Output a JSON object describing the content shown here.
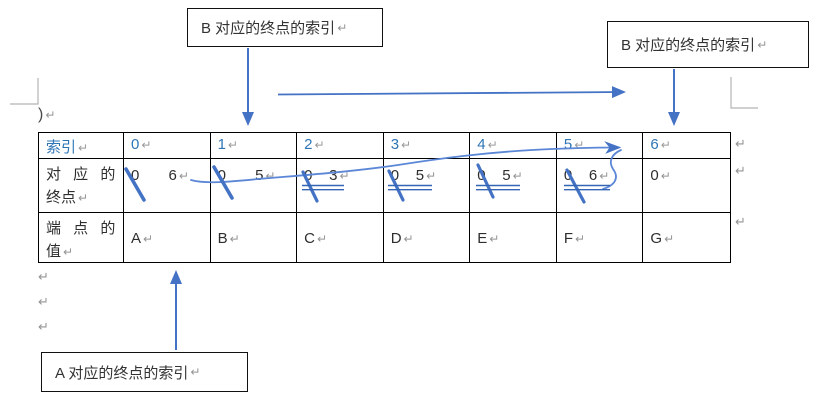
{
  "page": {
    "pilcrow": "↵",
    "stray_text": ")"
  },
  "colors": {
    "accent_blue": "#4472C4",
    "ink_blue": "#5B87D6",
    "header_blue": "#2E75B6",
    "border_black": "#000000",
    "mark_gray": "#949494",
    "boundary_gray": "#b3b3b3"
  },
  "callouts": {
    "top_left": {
      "text": "B 对应的终点的索引"
    },
    "top_right": {
      "text": "B 对应的终点的索引"
    },
    "bottom": {
      "text": "A 对应的终点的索引"
    }
  },
  "table": {
    "header": {
      "label": "索引",
      "cells": [
        "0",
        "1",
        "2",
        "3",
        "4",
        "5",
        "6"
      ]
    },
    "row_endpoints": {
      "label_line1": "对 应 的",
      "label_line2": "终点",
      "cells": [
        "0       6",
        "0       5",
        "0    3",
        "0    5",
        "0    5",
        "0    6",
        "0"
      ]
    },
    "row_values": {
      "label_line1": "端 点 的",
      "label_line2": "值",
      "cells": [
        "A",
        "B",
        "C",
        "D",
        "E",
        "F",
        "G"
      ]
    }
  },
  "annotations": {
    "strikethrough_zero_columns": [
      "0",
      "1",
      "2",
      "3",
      "4",
      "5"
    ],
    "double_underline_columns": [
      "2",
      "3",
      "4",
      "5"
    ],
    "arrows": [
      {
        "name": "arrow-topleft-to-index-1",
        "from": "callout-top-left",
        "to": "header-cell-1",
        "direction": "down"
      },
      {
        "name": "arrow-topright-to-index-6",
        "from": "callout-top-right",
        "to": "header-cell-6",
        "direction": "down"
      },
      {
        "name": "arrow-horizontal-right",
        "direction": "right"
      },
      {
        "name": "arrow-bottom-to-column-0",
        "from": "callout-bottom",
        "to": "column-0",
        "direction": "up"
      },
      {
        "name": "ink-curve-row2-to-index-6",
        "from": "cell-endpoints-0",
        "to": "header-cell-6"
      },
      {
        "name": "ink-tail-cell5-to-index-6",
        "from": "cell-endpoints-5",
        "to": "header-cell-6"
      }
    ]
  }
}
